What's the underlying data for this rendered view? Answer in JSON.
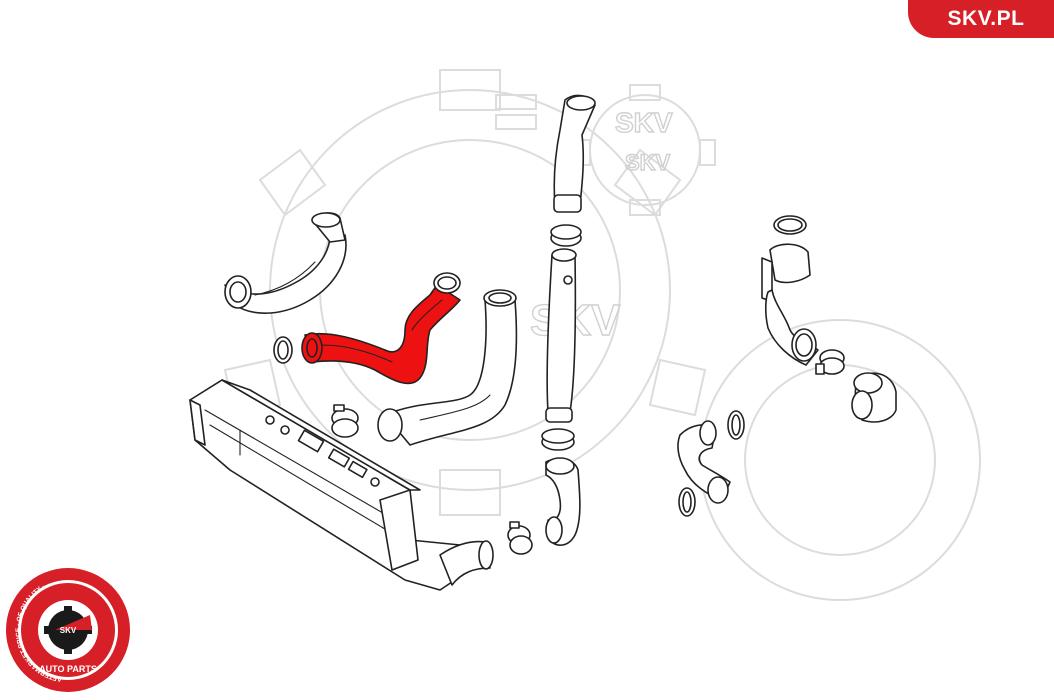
{
  "brand": {
    "site_label": "SKV.PL"
  },
  "watermark": {
    "text": "SKV"
  },
  "seal": {
    "ring_text": "AFTERMARKET PRICE · OE QUALITY ·",
    "bottom_text": "AUTO PARTS",
    "center_text": "SKV"
  },
  "colors": {
    "accent": "#d61f26",
    "highlight_part": "#ee1111",
    "outline": "#222222"
  },
  "highlighted_part": {
    "icon": "intercooler-hose-icon"
  }
}
